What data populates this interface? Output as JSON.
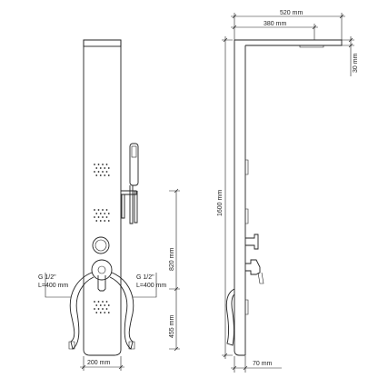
{
  "dimensions": {
    "front_width": "200 mm",
    "pipe_height": "455 mm",
    "outlet_height": "820 mm",
    "panel_height": "1600 mm",
    "top_width": "520 mm",
    "head_projection": "380 mm",
    "head_drop": "30 mm",
    "depth": "70 mm"
  },
  "connections": {
    "left": {
      "thread": "G 1/2\"",
      "length": "L=400 mm"
    },
    "right": {
      "thread": "G 1/2\"",
      "length": "L=400 mm"
    }
  },
  "colors": {
    "line": "#222222",
    "background": "#ffffff"
  }
}
